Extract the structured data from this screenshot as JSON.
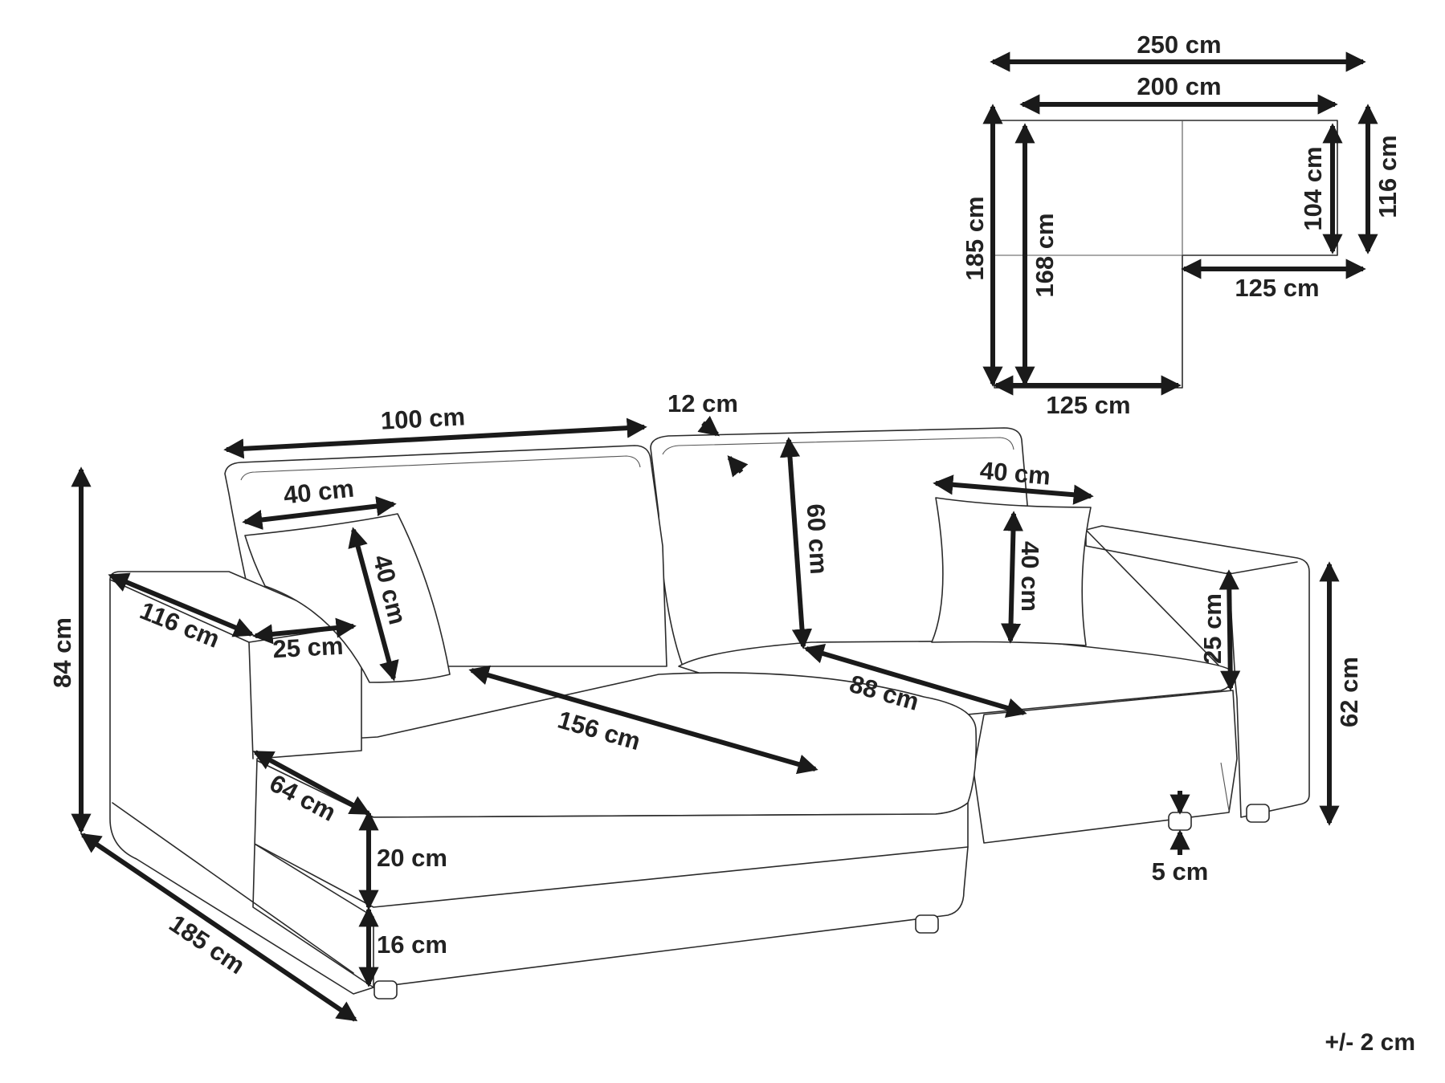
{
  "sofa_dimensions": {
    "back_width": "100 cm",
    "back_top_thickness": "12 cm",
    "left_pillow_width": "40 cm",
    "left_pillow_height": "40 cm",
    "right_pillow_width": "40 cm",
    "right_pillow_height": "40 cm",
    "back_cushion_height": "60 cm",
    "armrest_length": "116 cm",
    "armrest_width": "25 cm",
    "chaise_seat_depth": "156 cm",
    "seat_depth": "88 cm",
    "armrest_above_seat": "25 cm",
    "total_height": "84 cm",
    "arm_height": "62 cm",
    "chaise_width": "64 cm",
    "cushion_thickness": "20 cm",
    "seat_height_base": "16 cm",
    "leg_height": "5 cm",
    "total_depth": "185 cm"
  },
  "top_view": {
    "overall_width": "250 cm",
    "inner_width": "200 cm",
    "overall_depth": "185 cm",
    "inner_depth": "168 cm",
    "main_inner_depth": "104 cm",
    "main_overall_depth": "116 cm",
    "main_section_length": "125 cm",
    "chaise_section_length": "125 cm"
  },
  "tolerance": "+/- 2 cm"
}
